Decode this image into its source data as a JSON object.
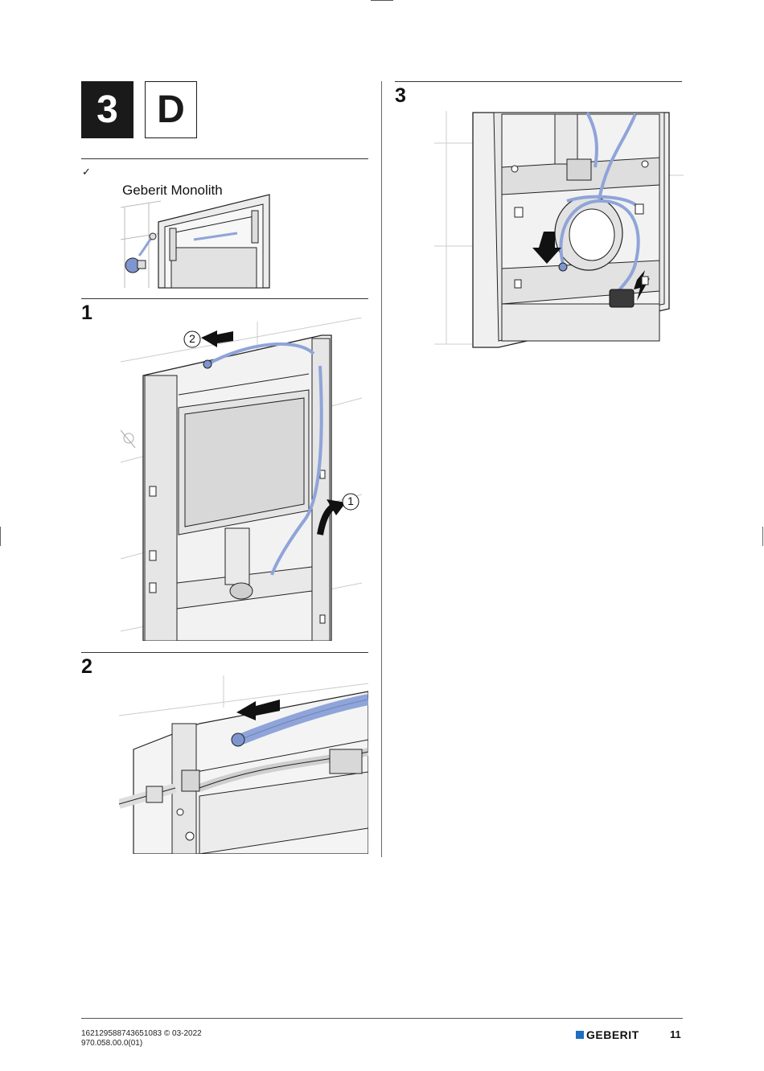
{
  "header": {
    "badge_number": "3",
    "badge_letter": "D"
  },
  "prereq": {
    "check_mark": "✓",
    "product": "Geberit Monolith"
  },
  "steps": [
    {
      "number": "1",
      "callouts": [
        "2",
        "1"
      ]
    },
    {
      "number": "2"
    },
    {
      "number": "3"
    }
  ],
  "footer": {
    "doc_id": "1621295887436510​83 © 03-2022",
    "doc_number": "970.058.00.0(01)",
    "brand": "GEBERIT",
    "page": "11"
  },
  "colors": {
    "hose_blue": "#8fa4d8",
    "brand_blue": "#1f6fc1",
    "line": "#222222"
  }
}
